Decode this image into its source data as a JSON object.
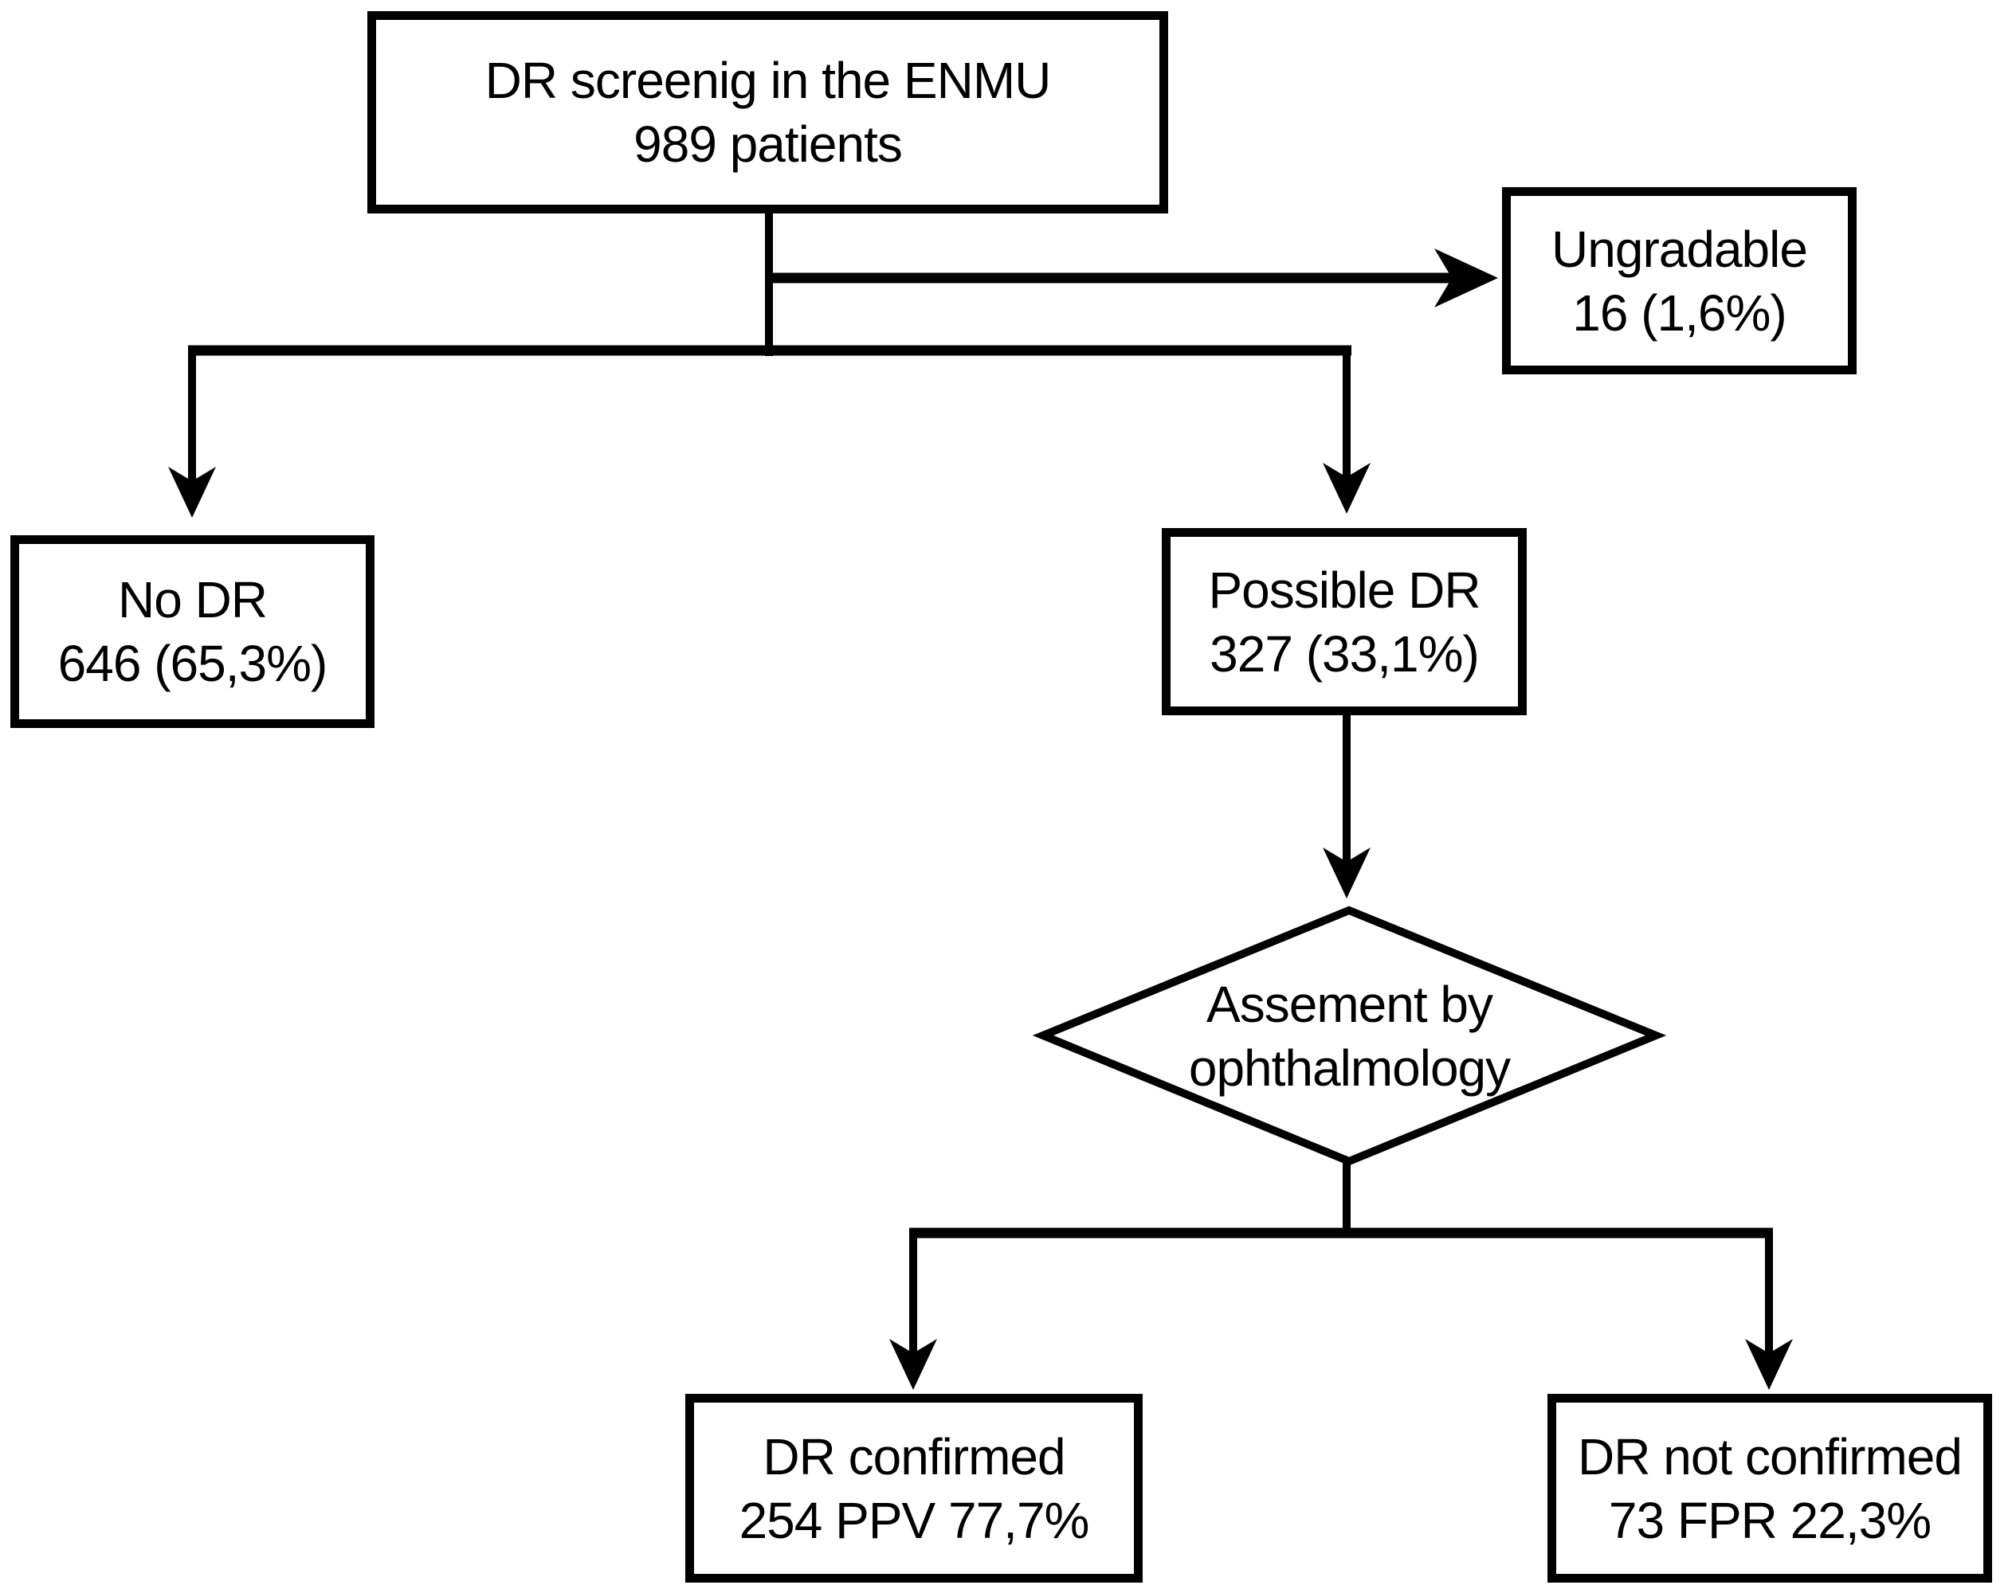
{
  "nodes": {
    "screening": {
      "line1": "DR screenig in the ENMU",
      "line2": "989 patients"
    },
    "ungradable": {
      "line1": "Ungradable",
      "line2": "16 (1,6%)"
    },
    "no_dr": {
      "line1": "No DR",
      "line2": "646 (65,3%)"
    },
    "possible_dr": {
      "line1": "Possible DR",
      "line2": "327 (33,1%)"
    },
    "assessment": {
      "line1": "Assement by",
      "line2": "ophthalmology"
    },
    "dr_confirmed": {
      "line1": "DR confirmed",
      "line2": "254 PPV 77,7%"
    },
    "dr_not_confirmed": {
      "line1": "DR not confirmed",
      "line2": "73 FPR 22,3%"
    }
  },
  "colors": {
    "line": "#000000",
    "background": "#ffffff",
    "node_fill": "#ffffff"
  }
}
